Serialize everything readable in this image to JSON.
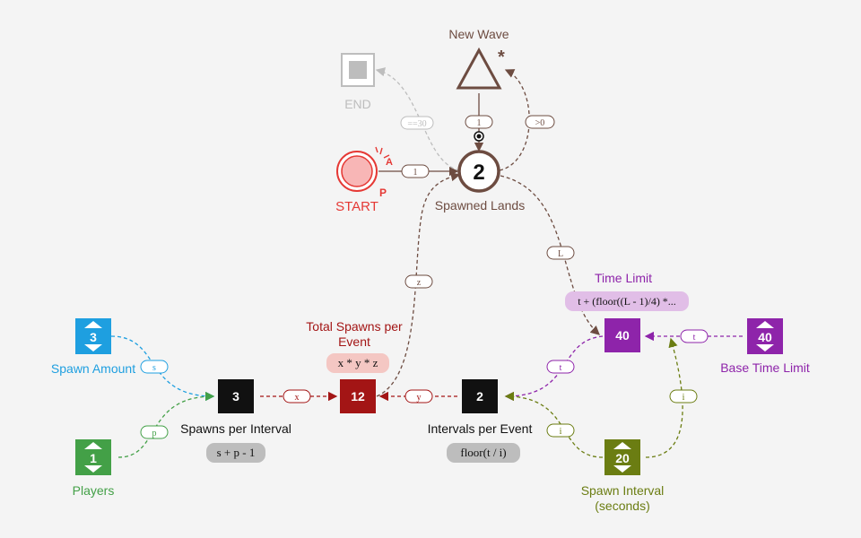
{
  "nodes": {
    "new_wave": {
      "label": "New Wave"
    },
    "end": {
      "label": "END"
    },
    "start": {
      "label": "START",
      "marker": "P"
    },
    "spawned_lands": {
      "label": "Spawned Lands",
      "value": "2"
    },
    "spawn_amount": {
      "label": "Spawn Amount",
      "value": "3"
    },
    "players": {
      "label": "Players",
      "value": "1"
    },
    "spawns_per_interval": {
      "label": "Spawns per Interval",
      "value": "3",
      "formula": "s + p - 1"
    },
    "total_spawns": {
      "label_line1": "Total Spawns per",
      "label_line2": "Event",
      "value": "12",
      "formula": "x * y * z"
    },
    "intervals_per_event": {
      "label": "Intervals per Event",
      "value": "2",
      "formula": "floor(t / i)"
    },
    "time_limit": {
      "label": "Time Limit",
      "value": "40",
      "formula": "t + (floor((L - 1)/4) *..."
    },
    "base_time_limit": {
      "label": "Base Time Limit",
      "value": "40"
    },
    "spawn_interval": {
      "label_line1": "Spawn Interval",
      "label_line2": "(seconds)",
      "value": "20"
    }
  },
  "edges": {
    "start_to_lands": "1",
    "wave_to_lands": "1",
    "lands_to_end": "==30",
    "lands_to_wave": ">0",
    "lands_to_time": "L",
    "total_to_lands": "z",
    "amount_to_spi": "s",
    "players_to_spi": "p",
    "spi_to_total": "x",
    "ipe_to_total": "y",
    "time_to_ipe": "t",
    "base_to_time": "t",
    "interval_to_time": "i",
    "interval_to_ipe": "i"
  },
  "colors": {
    "brown": "#6d4c41",
    "gray": "#bdbdbd",
    "red": "#d32f2f",
    "darkred": "#a31515",
    "blue": "#1e9fe0",
    "green": "#43a047",
    "purple": "#8e24aa",
    "olive": "#6b7d12",
    "black": "#111111"
  },
  "icons": [
    "end-square-icon",
    "new-wave-triangle-icon",
    "start-circle-icon",
    "register-arrows-icon",
    "trigger-marker-icon"
  ]
}
